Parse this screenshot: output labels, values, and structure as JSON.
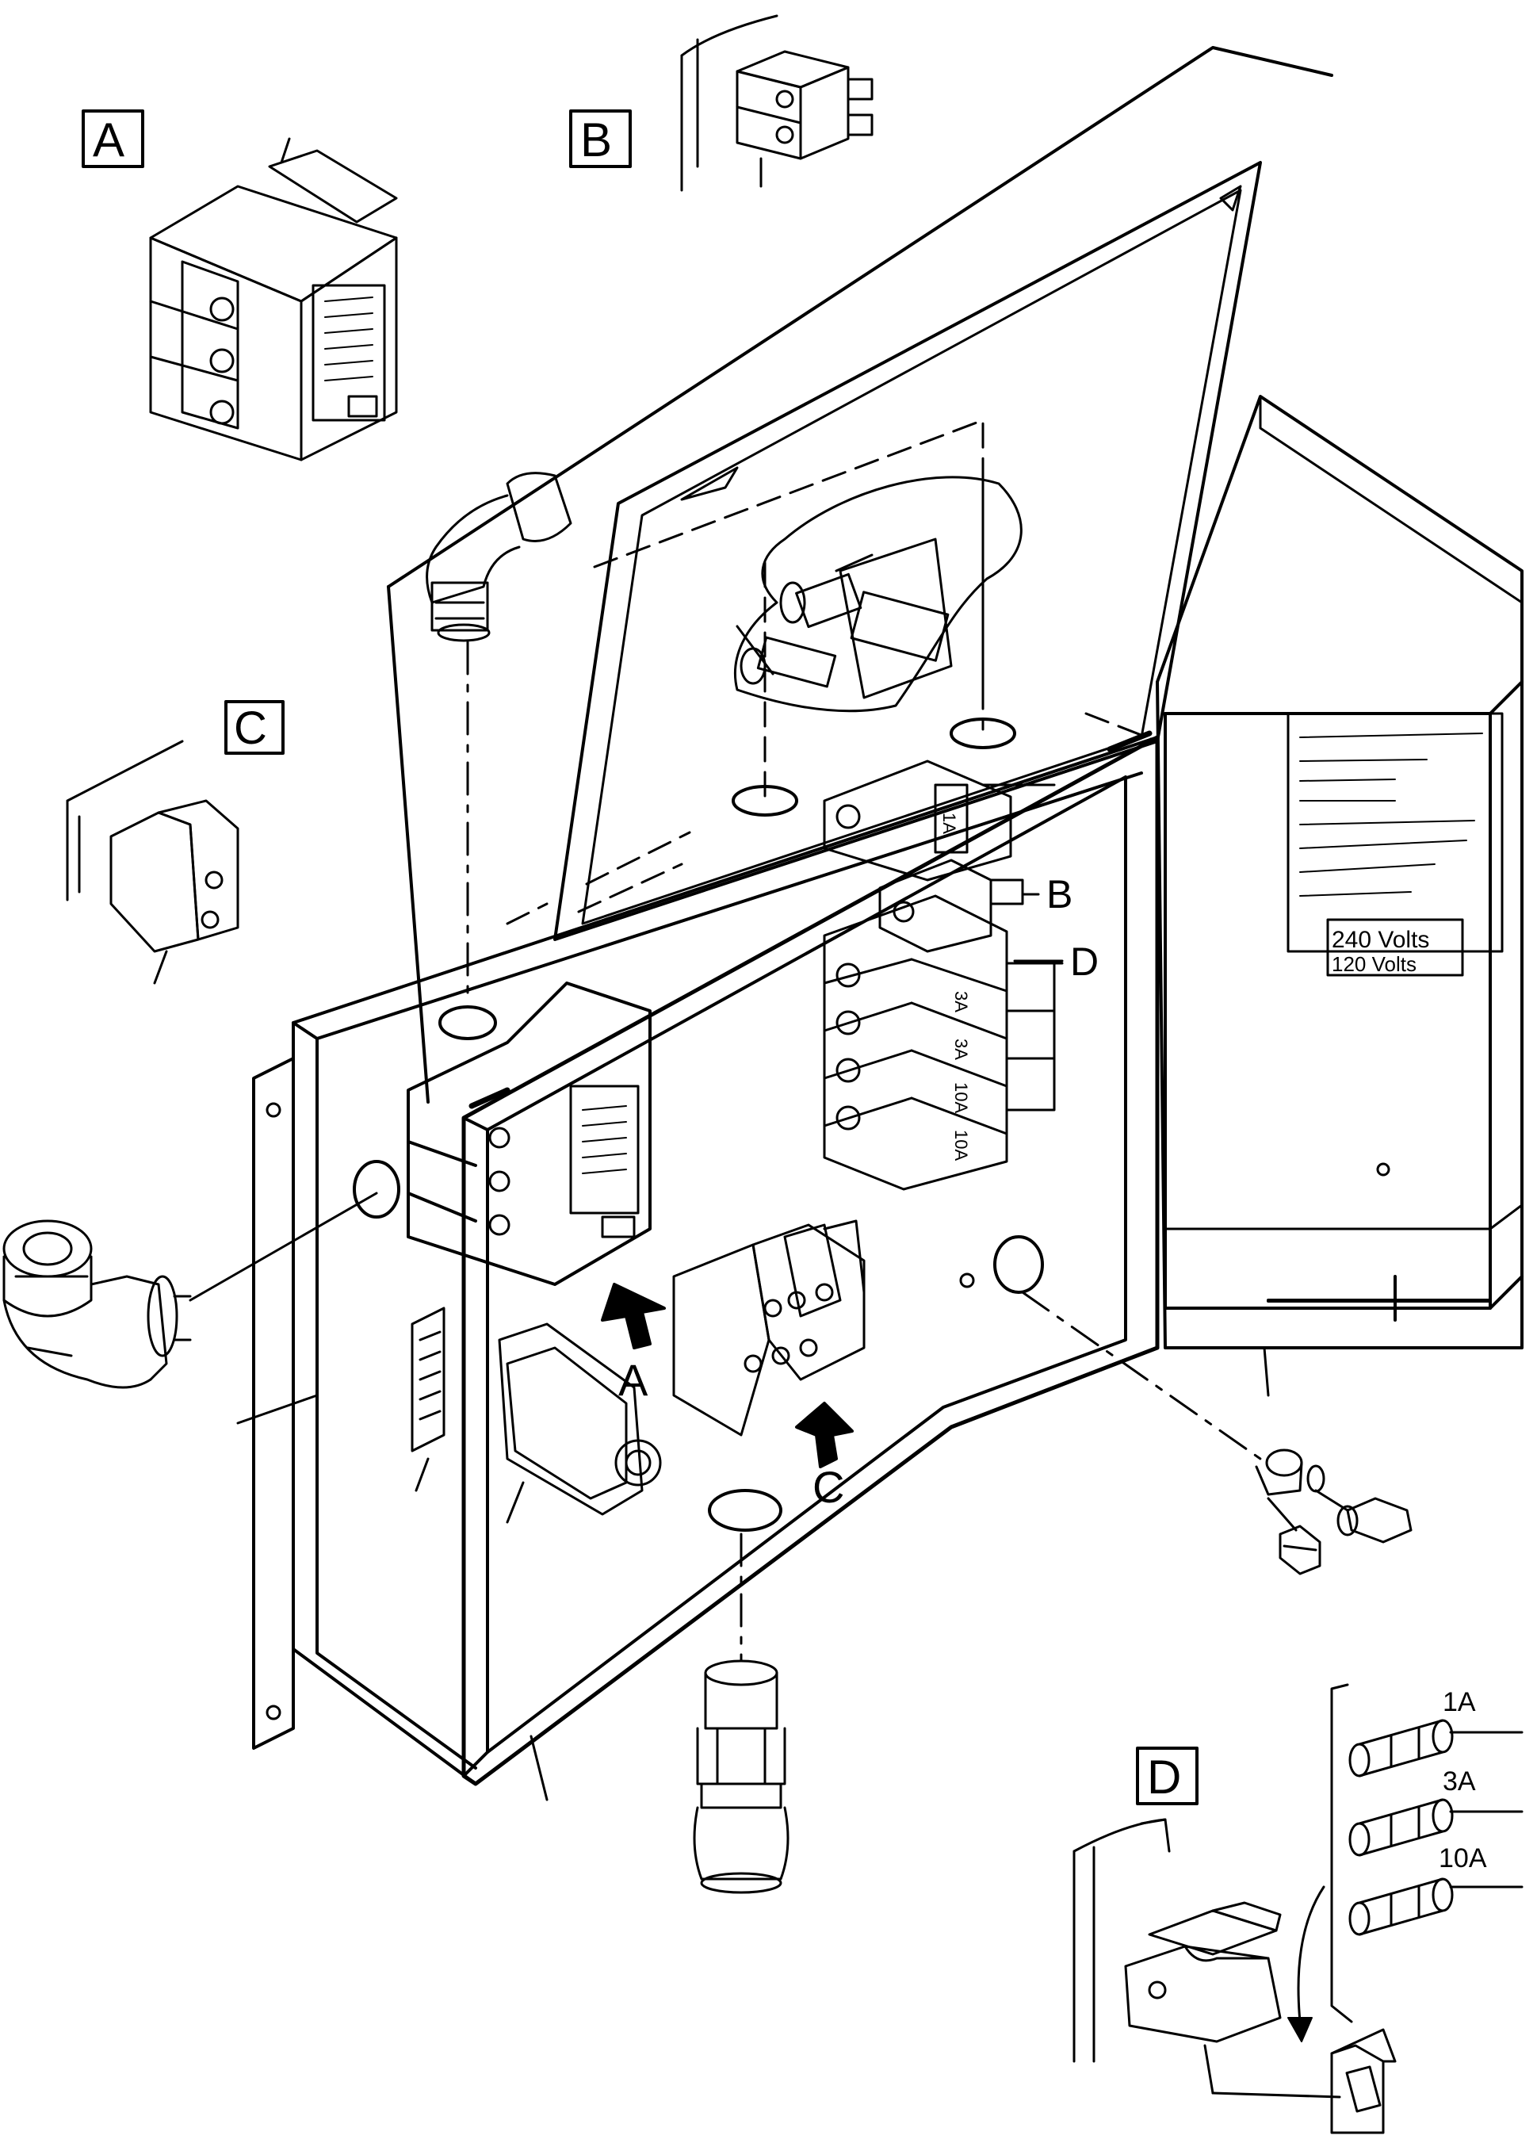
{
  "callouts": {
    "box_a": "A",
    "box_b": "B",
    "box_c": "C",
    "box_d": "D",
    "arrow_a": "A",
    "arrow_c": "C",
    "leader_b": "B",
    "leader_d": "D"
  },
  "fuses": {
    "f1": "1A",
    "f2": "3A",
    "f3": "10A"
  },
  "fuse_holders": [
    "1A",
    "3A",
    "3A",
    "10A",
    "10A"
  ],
  "transformer_plate": {
    "volts_1": "240 Volts",
    "volts_2": "120 Volts"
  },
  "colors": {
    "line": "#000000",
    "background": "#ffffff"
  }
}
